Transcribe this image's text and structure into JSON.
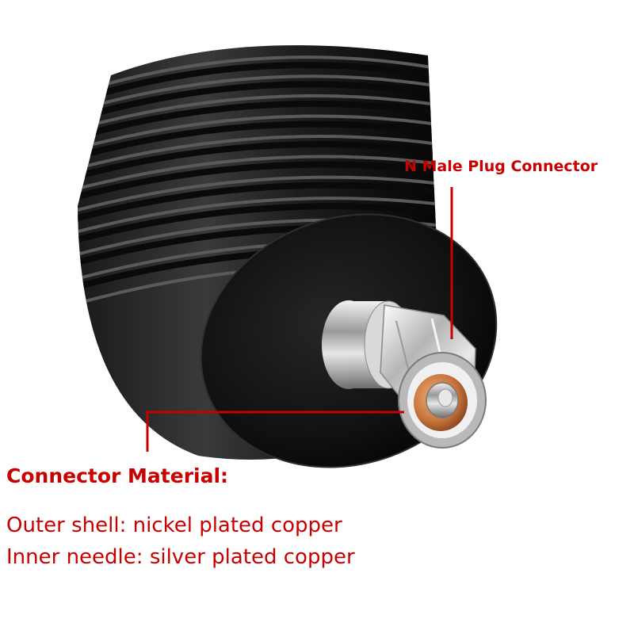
{
  "labels": {
    "plug_connector": "N Male Plug Connector",
    "material_heading": "Connector Material:"
  },
  "specs": {
    "outer_shell": {
      "part": "Outer shell",
      "separator": ":",
      "material": "nickel plated copper"
    },
    "inner_needle": {
      "part": "Inner needle",
      "separator": ":",
      "material": "silver plated copper"
    }
  },
  "colors": {
    "callout_red": "#c80000",
    "body_black": "#0d0d0d",
    "fin_highlight": "#5a5a5a",
    "metal_silver": "#c8c8c8",
    "metal_copper": "#c9763d"
  }
}
